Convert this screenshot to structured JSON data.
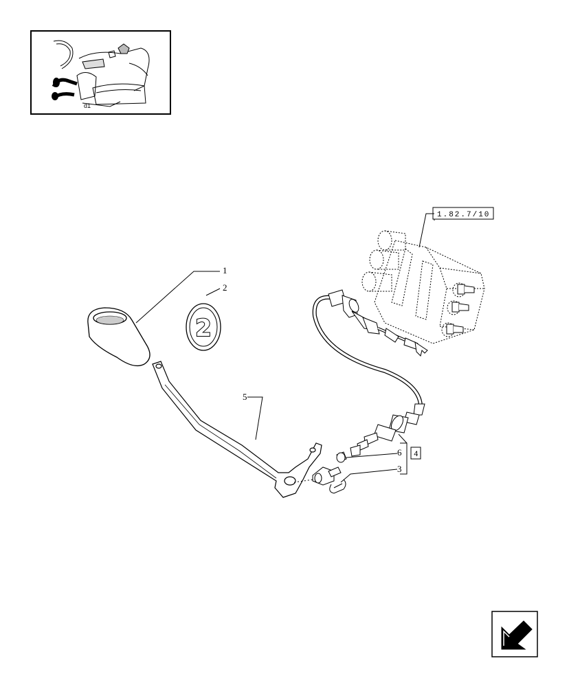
{
  "locator_thumbnail": {
    "label": "d1"
  },
  "reference_box": {
    "text": "1.82.7/10"
  },
  "kit_box": {
    "text": "4"
  },
  "badge": {
    "text": "2"
  },
  "callouts": {
    "c1": "1",
    "c2": "2",
    "c3": "3",
    "c5": "5",
    "c6": "6"
  },
  "nav": {
    "icon": "back-arrow-icon"
  }
}
